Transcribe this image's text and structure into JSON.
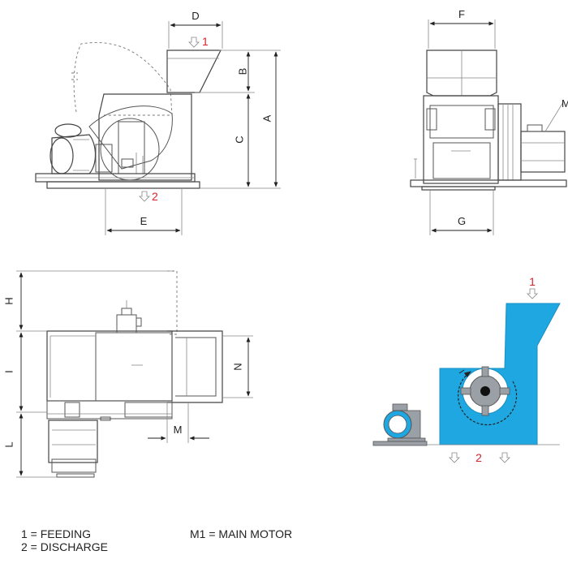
{
  "dimensions": {
    "A": "A",
    "B": "B",
    "C": "C",
    "D": "D",
    "E": "E",
    "F": "F",
    "G": "G",
    "H": "H",
    "I": "I",
    "L": "L",
    "M": "M",
    "N": "N"
  },
  "markers": {
    "feeding_number": "1",
    "discharge_number": "2",
    "motor_label_partial": "M"
  },
  "legend": {
    "feeding": "1 = FEEDING",
    "discharge": "2 = DISCHARGE",
    "main_motor": "M1 = MAIN MOTOR"
  },
  "colors": {
    "machine_body": "#1ea7e1",
    "marker_red": "#d3242c",
    "line": "#555555"
  }
}
